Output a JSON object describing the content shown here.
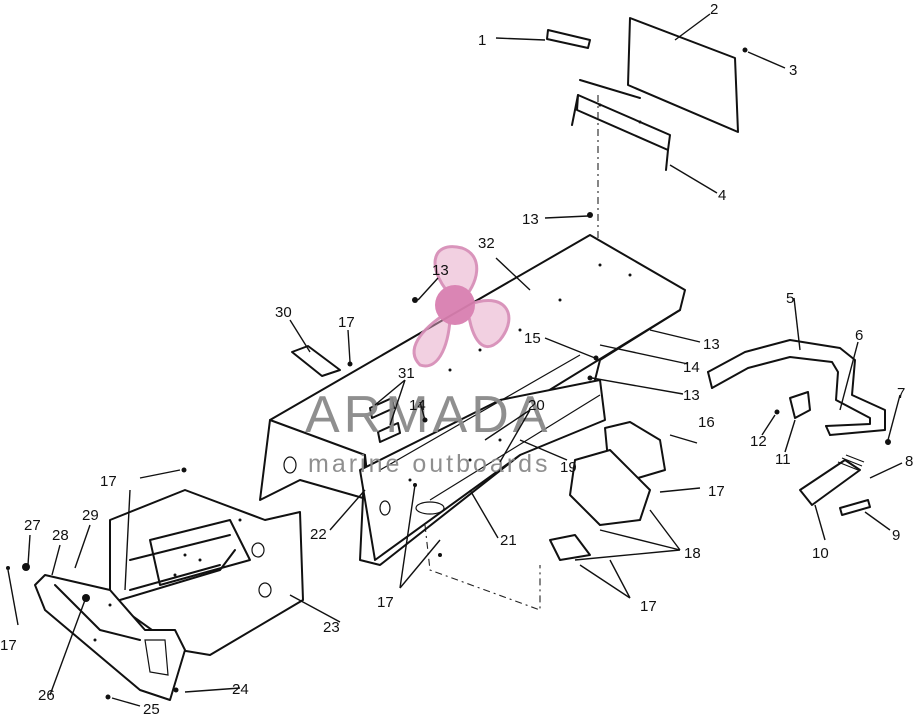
{
  "callouts": [
    "1",
    "2",
    "3",
    "4",
    "5",
    "6",
    "7",
    "8",
    "9",
    "10",
    "11",
    "12",
    "13",
    "14",
    "15",
    "16",
    "17",
    "18",
    "19",
    "20",
    "21",
    "22",
    "23",
    "24",
    "25",
    "26",
    "27",
    "28",
    "29",
    "30",
    "31",
    "32"
  ],
  "watermark": {
    "brand": "ARMADA",
    "tagline": "marine outboards",
    "colors": {
      "propeller": "#e5a6c6",
      "text": "#8a8a8a",
      "hub": "#d97fb0"
    }
  },
  "icons": {
    "logo": "propeller-icon"
  }
}
